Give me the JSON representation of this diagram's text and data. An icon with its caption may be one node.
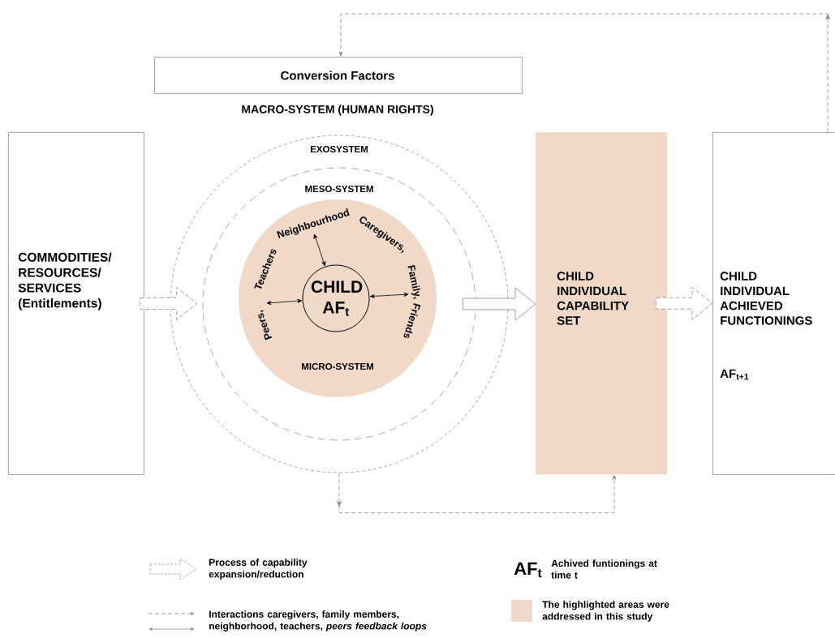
{
  "diagram": {
    "nodes": [
      {
        "text": [
          "Conversion Factors"
        ]
      },
      {
        "text": [
          "COMMODITIES/ RESOURCES/ SERVICES (Entitlements)"
        ]
      },
      {
        "text": [
          "EXOSYSTEM"
        ]
      },
      {
        "text": [
          "MESO-SYSTEM"
        ],
        "in": 2
      },
      {
        "text": [
          "Peers,",
          "Teachers",
          "Neighbourhood",
          "Caregivers,",
          "Family,",
          "Friends",
          "MICRO-SYSTEM"
        ],
        "in": 3
      },
      {
        "text": [
          "CHILD AF$_{t}$"
        ],
        "in": 4
      },
      {
        "text": [
          "CHILD INDIVIDUAL CAPABILITY SET"
        ]
      },
      {
        "text": [
          "CHILD INDIVIDUAL ACHIEVED FUNCTIONINGS",
          "AF$_{t+1}$"
        ]
      }
    ],
    "edges": [
      {
        "from": 1,
        "to": 2,
        "arrow": "to",
        "style": "dashed"
      },
      {
        "from": 3,
        "to": 6,
        "arrow": "to"
      },
      {
        "from": 6,
        "to": 7,
        "arrow": "to",
        "style": "dashed"
      },
      {
        "from": 7,
        "to": 0,
        "arrow": "to",
        "style": "dashed",
        "color": "#888888"
      },
      {
        "from": 2,
        "to": 6,
        "arrow": "to",
        "style": "dashed",
        "color": "#888888"
      },
      {
        "from": 5,
        "to": 4,
        "arrow": "both"
      },
      {
        "from": 5,
        "to": 4,
        "arrow": "both"
      },
      {
        "from": 5,
        "to": 4,
        "arrow": "both"
      }
    ],
    "labels": [
      "MACRO-SYSTEM (HUMAN RIGHTS)",
      "AF$_{t}$"
    ],
    "legend": [
      {
        "text": "Process of capability expansion/reduction"
      },
      {
        "text": "Achived funtionings at time t"
      },
      {
        "text": "Interactions caregivers, family members, neighborhood, teachers, *peers feedback loops*"
      },
      {
        "text": "The highlighted areas were addressed in this study",
        "color": "#f0d9c6"
      }
    ]
  }
}
